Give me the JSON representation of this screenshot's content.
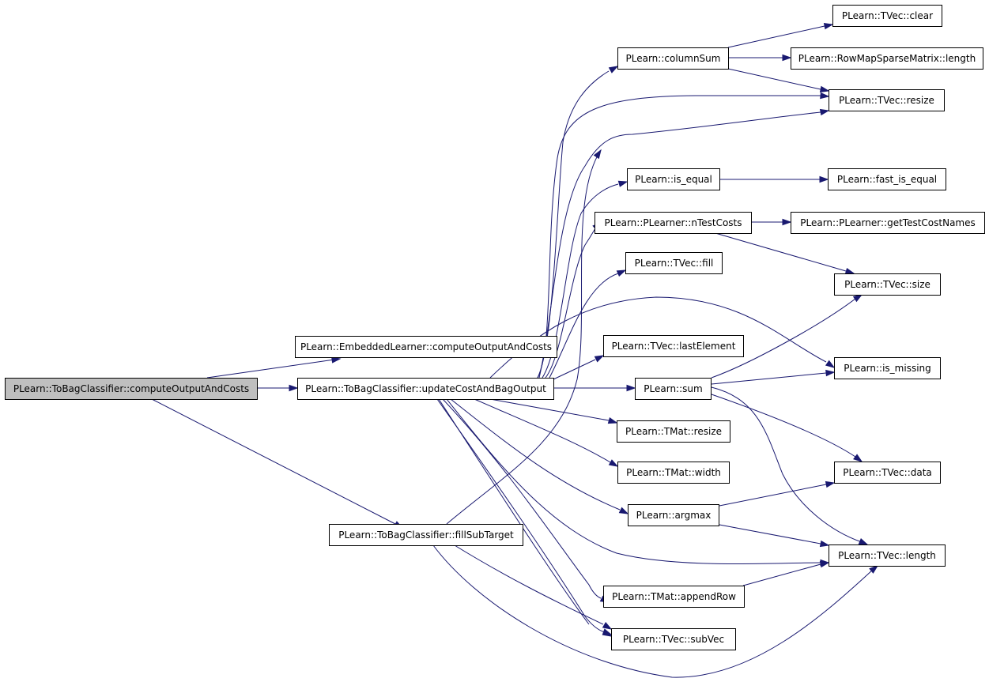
{
  "nodes": {
    "root": "PLearn::ToBagClassifier::computeOutputAndCosts",
    "embedded": "PLearn::EmbeddedLearner::computeOutputAndCosts",
    "update": "PLearn::ToBagClassifier::updateCostAndBagOutput",
    "fillsub": "PLearn::ToBagClassifier::fillSubTarget",
    "colsum": "PLearn::columnSum",
    "isequal": "PLearn::is_equal",
    "ntest": "PLearn::PLearner::nTestCosts",
    "fill": "PLearn::TVec::fill",
    "lastel": "PLearn::TVec::lastElement",
    "sum": "PLearn::sum",
    "tmresize": "PLearn::TMat::resize",
    "tmwidth": "PLearn::TMat::width",
    "argmax": "PLearn::argmax",
    "append": "PLearn::TMat::appendRow",
    "subvec": "PLearn::TVec::subVec",
    "clear": "PLearn::TVec::clear",
    "rmlen": "PLearn::RowMapSparseMatrix::length",
    "tvresize": "PLearn::TVec::resize",
    "fastiseq": "PLearn::fast_is_equal",
    "gettest": "PLearn::PLearner::getTestCostNames",
    "tvsize": "PLearn::TVec::size",
    "ismiss": "PLearn::is_missing",
    "tvdata": "PLearn::TVec::data",
    "tvlen": "PLearn::TVec::length"
  },
  "colors": {
    "edge": "#191970",
    "root_fill": "#bfbfbf",
    "node_fill": "#ffffff"
  }
}
